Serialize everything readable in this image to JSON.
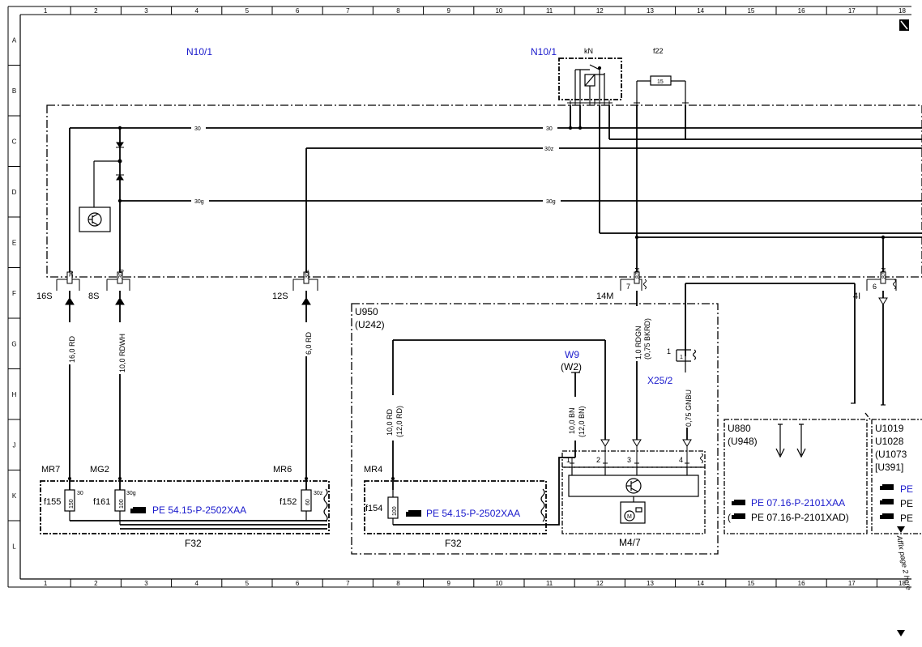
{
  "grid": {
    "columns": [
      "1",
      "2",
      "3",
      "4",
      "5",
      "6",
      "7",
      "8",
      "9",
      "10",
      "11",
      "12",
      "13",
      "14",
      "15",
      "16",
      "17",
      "18"
    ],
    "rows": [
      "A",
      "B",
      "C",
      "D",
      "E",
      "F",
      "G",
      "H",
      "J",
      "K",
      "L"
    ]
  },
  "labels": {
    "n10_1_left": "N10/1",
    "n10_1_right": "N10/1",
    "kn": "kN",
    "f22": "f22",
    "fuse_15": "15",
    "bus_30": "30",
    "bus_30z": "30z",
    "bus_30g": "30g",
    "pin_30": "30",
    "pin_30g": "30g",
    "pin_30z": "30z",
    "pin_87m_a": "87M",
    "pin_87m_b": "87M",
    "conn_16s": "16S",
    "conn_8s": "8S",
    "conn_12s": "12S",
    "conn_14m": "14M",
    "conn_4i": "4I",
    "pin7": "7",
    "pin6": "6",
    "wire_16rd": "16,0 RD",
    "wire_10rdwh": "10,0 RDWH",
    "wire_6rd": "6,0 RD",
    "wire_10rd": "10,0 RD",
    "wire_12rd": "(12,0 RD)",
    "wire_10bn": "10,0 BN",
    "wire_12bn": "(12,0 BN)",
    "wire_1rdgn": "1,0 RDGN",
    "wire_075bkrd": "(0,75 BKRD)",
    "wire_075gnbu": "0,75 GNBU",
    "u950": "U950",
    "u242": "(U242)",
    "w9": "W9",
    "w2": "(W2)",
    "x25_2": "X25/2",
    "x25_pin": "1",
    "x25_pin_inner": "1",
    "mr7": "MR7",
    "mg2": "MG2",
    "mr6": "MR6",
    "mr4": "MR4",
    "f155": "f155",
    "f161": "f161",
    "f152": "f152",
    "f154": "f154",
    "fuse150": "150",
    "fuse100a": "100",
    "fuse60": "60",
    "fuse100b": "100",
    "f155_30": "30",
    "f161_30g": "30g",
    "f152_30z": "30z",
    "pe_left": "PE 54.15-P-2502XAA",
    "pe_mid": "PE 54.15-P-2502XAA",
    "f32_a": "F32",
    "f32_b": "F32",
    "m47": "M4/7",
    "m47_p1": "1",
    "m47_p2": "2",
    "m47_p3": "3",
    "m47_p4": "4",
    "u880": "U880",
    "u948": "(U948)",
    "pe_0716_xaa": "PE 07.16-P-2101XAA",
    "pe_0716_xad": "PE 07.16-P-2101XAD)",
    "paren_open": "(",
    "u1019": "U1019",
    "u1028": "U1028",
    "u1073": "(U1073",
    "u391": "[U391]",
    "pe_r1": "PE",
    "pe_r2": "PE",
    "pe_r3": "PE",
    "affix": "Affix page 2 here"
  },
  "colors": {
    "line": "#000000",
    "link_blue": "#1a1acc"
  }
}
